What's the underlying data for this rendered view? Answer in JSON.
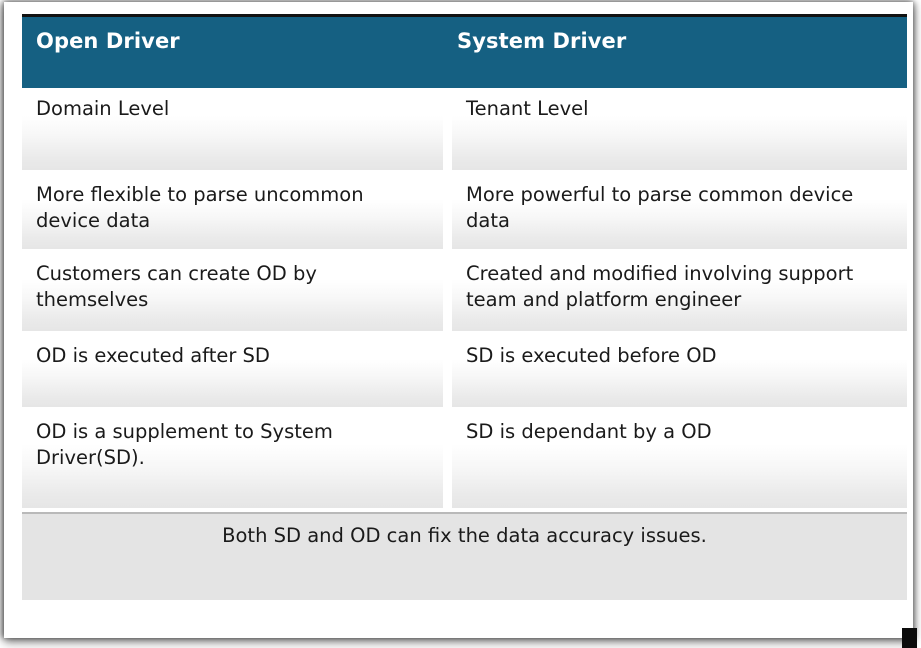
{
  "table": {
    "columns": [
      {
        "id": "open-driver",
        "header": "Open Driver"
      },
      {
        "id": "system-driver",
        "header": "System Driver"
      }
    ],
    "rows": [
      {
        "open": "Domain Level",
        "system": "Tenant Level"
      },
      {
        "open": "More flexible to parse uncommon device data",
        "system": "More powerful to parse common device data"
      },
      {
        "open": "Customers can create OD by themselves",
        "system": "Created and modified involving support team and platform engineer"
      },
      {
        "open": "OD is executed after SD",
        "system": "SD is executed before OD"
      },
      {
        "open": "OD is a supplement to System Driver(SD).",
        "system": "SD is dependant by a OD"
      }
    ],
    "footer": "Both SD and OD can fix the data accuracy issues."
  },
  "colors": {
    "header_background": "#156082",
    "header_text": "#ffffff",
    "header_rule": "#121212",
    "body_text": "#1a1a1a",
    "row_gradient_top": "#ffffff",
    "row_gradient_bottom": "#e6e6e6",
    "footer_background": "#e4e4e4",
    "footer_rule": "#b9b9b9",
    "page_background": "#ffffff"
  }
}
